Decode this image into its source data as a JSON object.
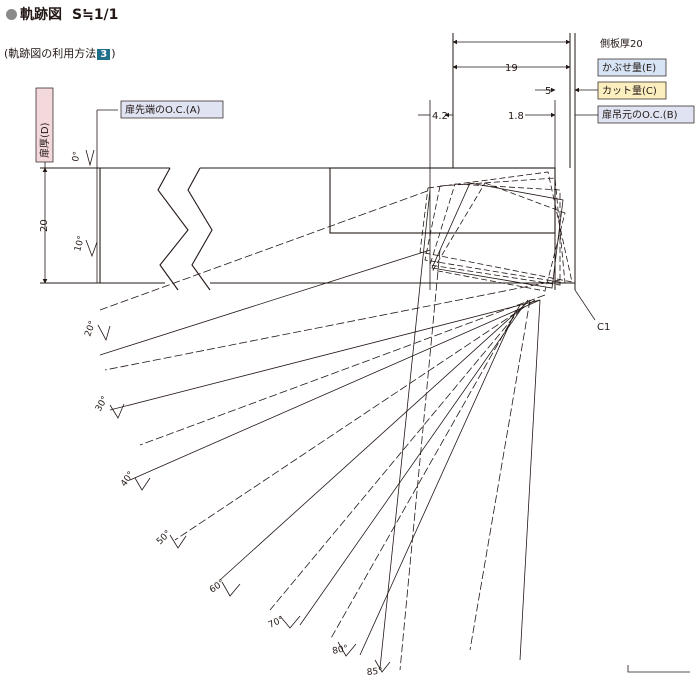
{
  "header": {
    "title": "軌跡図",
    "scale": "S≒1/1",
    "subtitle_prefix": "(軌跡図の利用方法",
    "subtitle_num": "3",
    "subtitle_suffix": ")"
  },
  "labels": {
    "door_thickness": "扉厚(D)",
    "door_edge_oc": "扉先端のO.C.(A)",
    "side_panel": "側板厚20",
    "overlay": "かぶせ量(E)",
    "cut": "カット量(C)",
    "hinge_oc": "扉吊元のO.C.(B)",
    "corner": "C1"
  },
  "dimensions": {
    "d19": "19",
    "d5": "5",
    "d4_2": "4.2",
    "d1_8": "1.8",
    "d20": "20"
  },
  "angles": [
    "0°",
    "10°",
    "20°",
    "30°",
    "40°",
    "50°",
    "60°",
    "70°",
    "80°",
    "85°"
  ],
  "colors": {
    "line": "#231815",
    "highlight_blue": "#d6e4f5",
    "highlight_yellow": "#fbefc0",
    "highlight_pink": "#f4d9dc",
    "badge": "#1f6f8b"
  }
}
